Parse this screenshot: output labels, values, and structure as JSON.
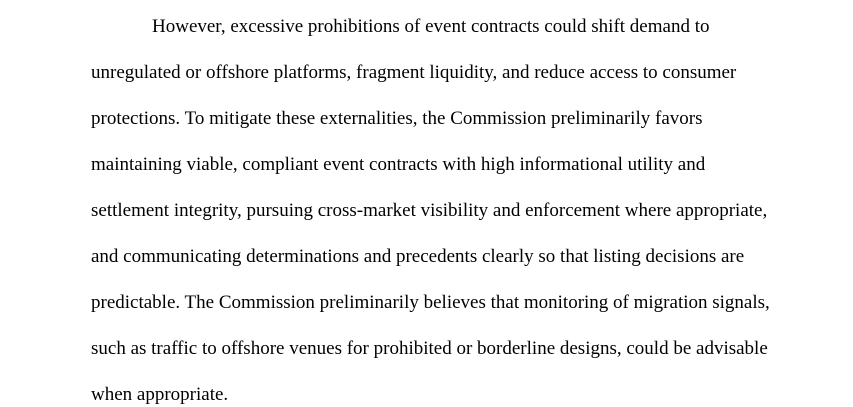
{
  "document": {
    "paragraph": {
      "lines": [
        "However, excessive prohibitions of event contracts could shift demand to",
        "unregulated or offshore platforms, fragment liquidity, and reduce access to consumer",
        "protections. To mitigate these externalities, the Commission preliminarily favors",
        "maintaining viable, compliant event contracts with high informational utility and",
        "settlement integrity, pursuing cross-market visibility and enforcement where appropriate,",
        "and communicating determinations and precedents clearly so that listing decisions are",
        "predictable. The Commission preliminarily believes that monitoring of migration signals,",
        "such as traffic to offshore venues for prohibited or borderline designs, could be advisable",
        "when appropriate."
      ]
    }
  }
}
